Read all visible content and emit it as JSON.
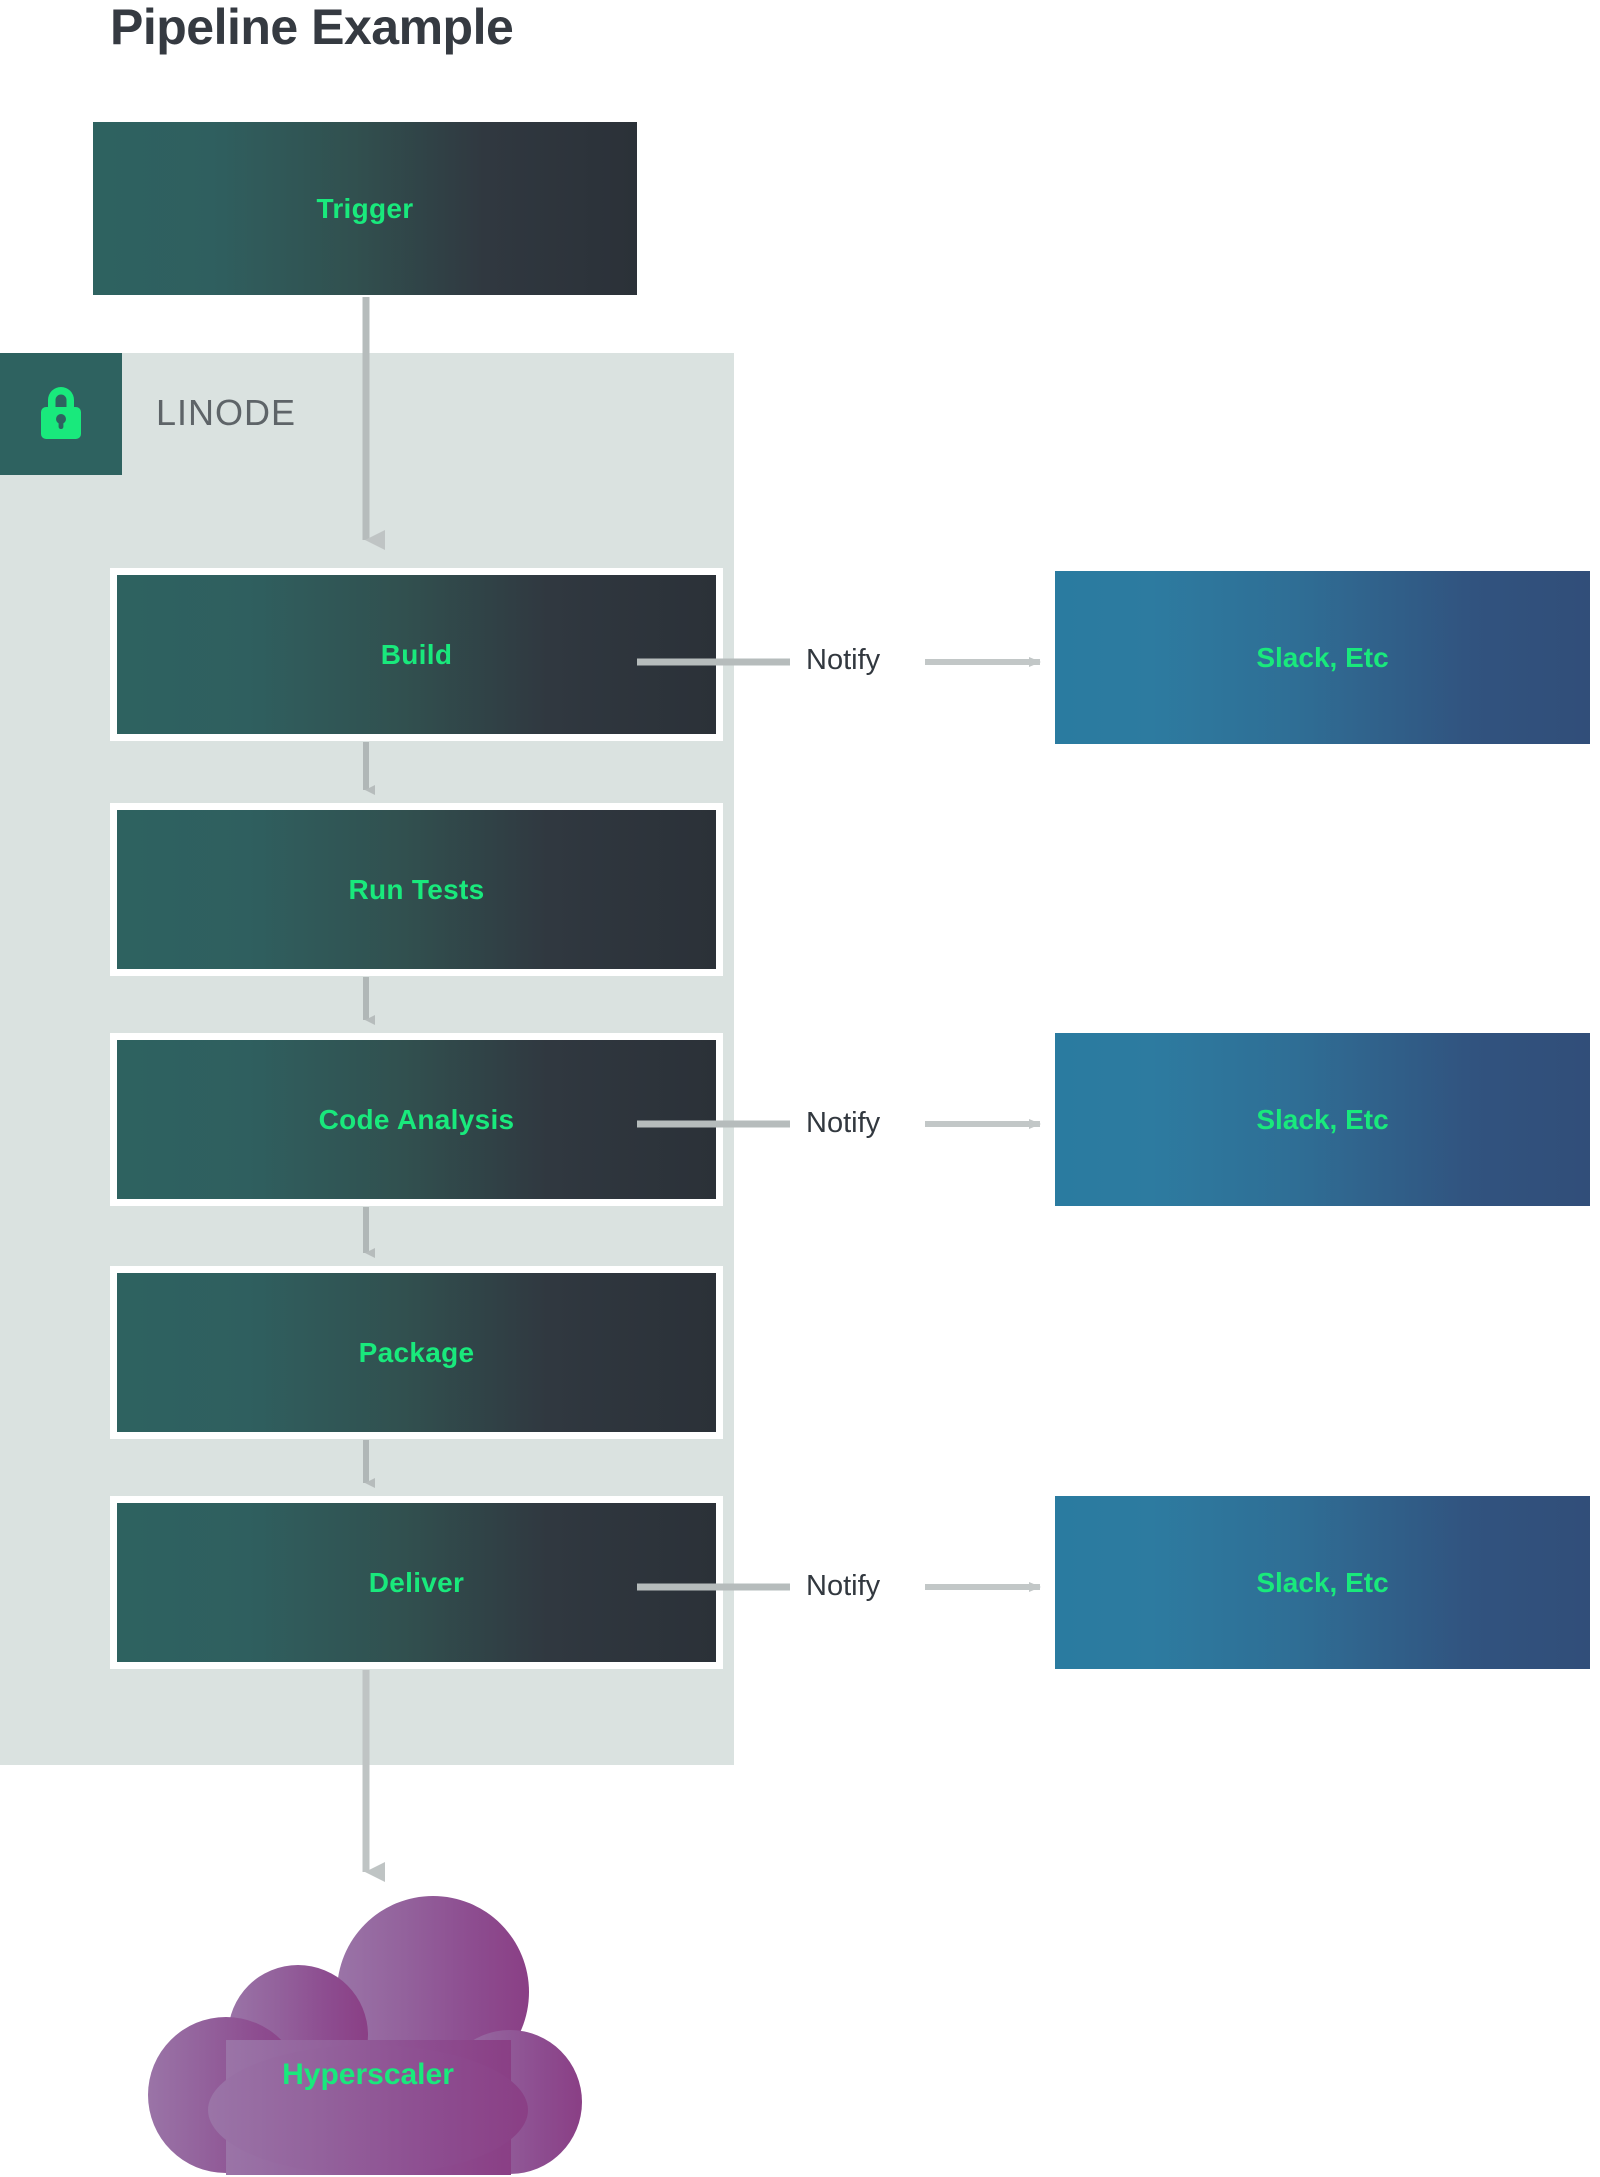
{
  "title": "Pipeline Example",
  "zone": {
    "label": "LINODE",
    "icon": "lock-icon",
    "badge_color": "#2e6260",
    "panel_color": "#dae2e0"
  },
  "colors": {
    "accent_green": "#19e97c",
    "stage_gradient_start": "#2e6260",
    "stage_gradient_end": "#2b3138",
    "notify_gradient_start": "#2a7ba0",
    "notify_gradient_end": "#314e79",
    "cloud_gradient_start": "#9a72a6",
    "cloud_gradient_end": "#8a3f85",
    "title_color": "#353a41",
    "connector_color": "#b6bcbc",
    "label_color": "#32383f"
  },
  "trigger": {
    "label": "Trigger"
  },
  "stages": [
    {
      "label": "Build"
    },
    {
      "label": "Run Tests"
    },
    {
      "label": "Code Analysis"
    },
    {
      "label": "Package"
    },
    {
      "label": "Deliver"
    }
  ],
  "notifications": [
    {
      "edge_label": "Notify",
      "target_label": "Slack, Etc",
      "from_stage": "Build"
    },
    {
      "edge_label": "Notify",
      "target_label": "Slack, Etc",
      "from_stage": "Code Analysis"
    },
    {
      "edge_label": "Notify",
      "target_label": "Slack, Etc",
      "from_stage": "Deliver"
    }
  ],
  "cloud": {
    "label": "Hyperscaler"
  }
}
